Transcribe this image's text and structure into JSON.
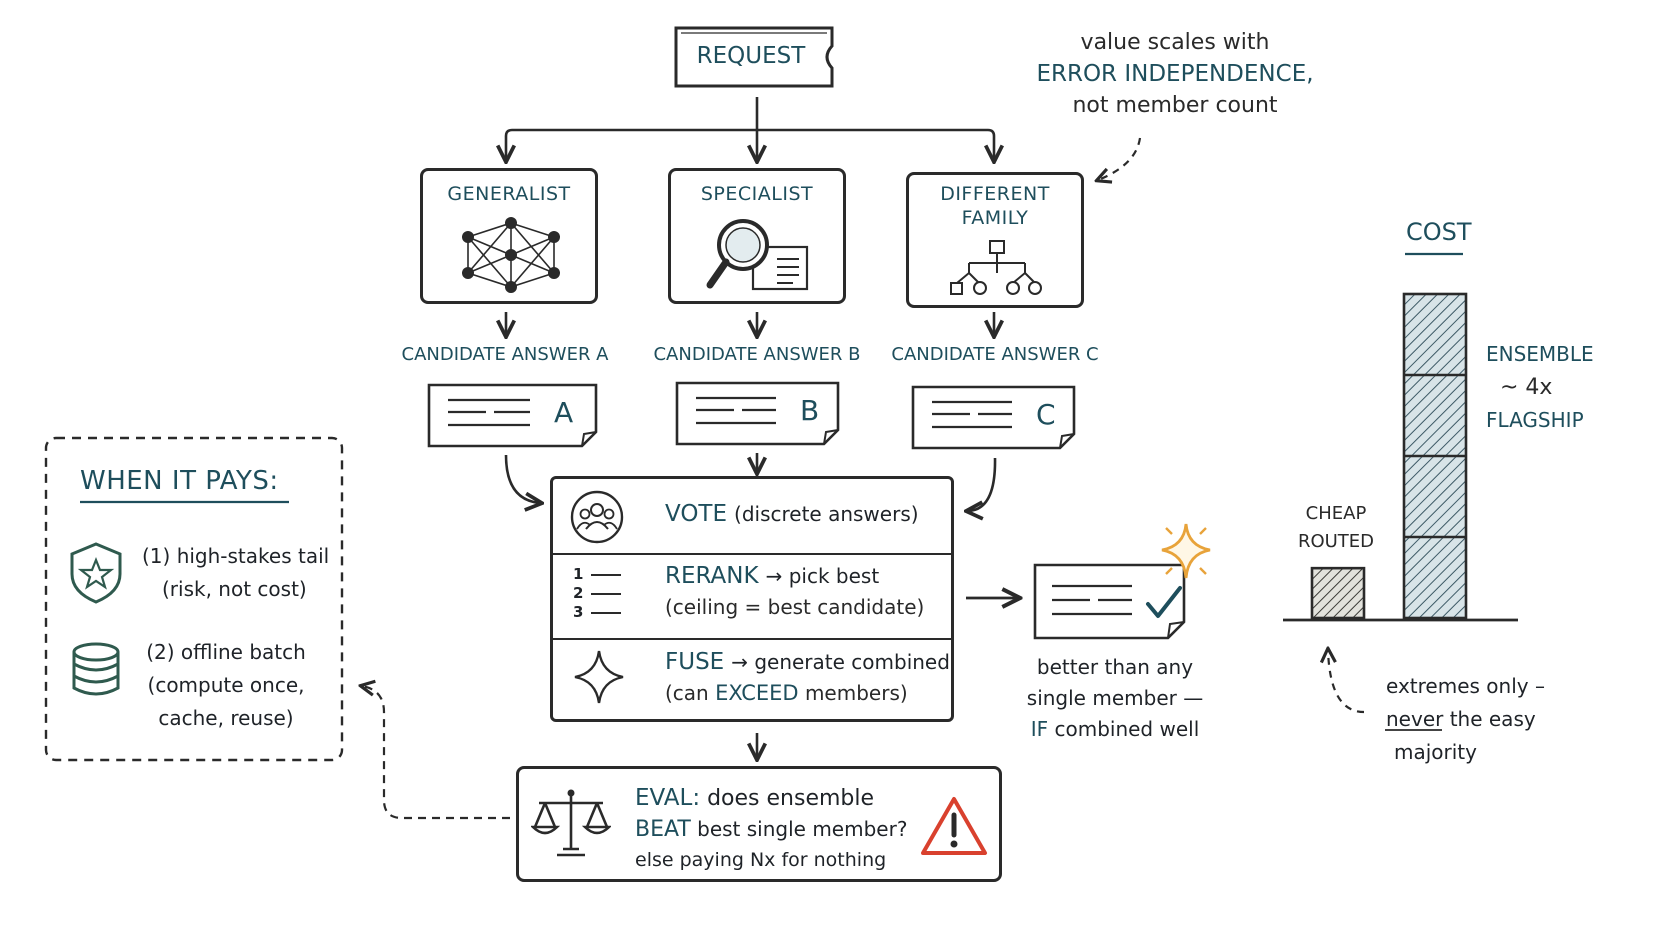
{
  "request": "REQUEST",
  "annotation_top": {
    "line1": "value scales with",
    "line2": "ERROR INDEPENDENCE,",
    "line3": "not member count"
  },
  "models": [
    {
      "title": "GENERALIST",
      "candidate": "CANDIDATE ANSWER A",
      "letter": "A",
      "icon": "neural-network-icon"
    },
    {
      "title": "SPECIALIST",
      "candidate": "CANDIDATE ANSWER B",
      "letter": "B",
      "icon": "magnifier-document-icon"
    },
    {
      "title_l1": "DIFFERENT",
      "title_l2": "FAMILY",
      "candidate": "CANDIDATE ANSWER C",
      "letter": "C",
      "icon": "tree-hierarchy-icon"
    }
  ],
  "aggregate": {
    "vote": {
      "kw": "VOTE",
      "rest": "(discrete answers)",
      "icon": "people-group-icon"
    },
    "rerank": {
      "kw": "RERANK",
      "rest": "→ pick best",
      "sub": "(ceiling = best candidate)",
      "icon": "numbered-list-icon",
      "nums": [
        "1",
        "2",
        "3"
      ]
    },
    "fuse": {
      "kw": "FUSE",
      "rest": "→ generate combined",
      "sub_pre": "(can ",
      "sub_kw": "EXCEED",
      "sub_post": " members)",
      "icon": "sparkle-icon"
    }
  },
  "output_note": {
    "line1": "better than any",
    "line2": "single member —",
    "line3_kw": "IF",
    "line3_rest": " combined well"
  },
  "eval": {
    "kw": "EVAL:",
    "l1_rest": " does ensemble",
    "l2_kw": "BEAT",
    "l2_rest": " best single member?",
    "l3": "else paying Nx for nothing",
    "icons": [
      "scales-icon",
      "warning-icon"
    ]
  },
  "when_it_pays": {
    "title": "WHEN IT PAYS:",
    "items": [
      {
        "l1": "(1) high-stakes tail",
        "l2": "(risk, not cost)",
        "icon": "shield-star-icon"
      },
      {
        "l1": "(2) offline batch",
        "l2": "(compute once,",
        "l3": "cache, reuse)",
        "icon": "database-icon"
      }
    ]
  },
  "cost": {
    "title": "COST",
    "cheap_l1": "CHEAP",
    "cheap_l2": "ROUTED",
    "ens_l1": "ENSEMBLE",
    "ens_l2": "~ 4x",
    "ens_l3": "FLAGSHIP",
    "note_l1": "extremes only –",
    "note_l2_kw": "never",
    "note_l2_rest": " the easy",
    "note_l3": "majority"
  },
  "colors": {
    "teal": "#1e4e5c",
    "ink": "#2a2a2a",
    "accent_orange": "#e8a33a",
    "warning_red": "#d9412e",
    "shield_green": "#2f5a4e",
    "hatch": "#5b7f8a"
  },
  "chart_data": {
    "type": "bar",
    "categories": [
      "CHEAP ROUTED",
      "ENSEMBLE ~ 4x FLAGSHIP"
    ],
    "values": [
      1,
      6.5
    ],
    "title": "COST",
    "xlabel": "",
    "ylabel": ""
  }
}
